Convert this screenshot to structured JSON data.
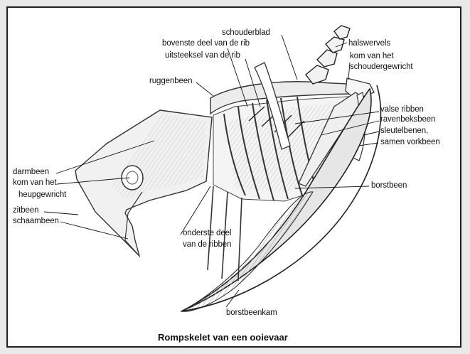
{
  "title": "Rompskelet van een ooievaar",
  "labels": {
    "schouderblad": "schouderblad",
    "bovenste_rib": "bovenste deel van de rib",
    "uitsteeksel_rib": "uitsteeksel van de rib",
    "halswervels": "halswervels",
    "kom_schouder_1": "kom van het",
    "kom_schouder_2": "schoudergewricht",
    "ruggenbeen": "ruggenbeen",
    "valse_ribben": "valse ribben",
    "ravenbeksbeen": "ravenbeksbeen",
    "sleutelbenen_1": "sleutelbenen,",
    "sleutelbenen_2": "samen vorkbeen",
    "darmbeen": "darmbeen",
    "kom_heup_1": "kom van het",
    "kom_heup_2": "heupgewricht",
    "zitbeen": "zitbeen",
    "schaambeen": "schaambeen",
    "onderste_rib_1": "onderste deel",
    "onderste_rib_2": "van de ribben",
    "borstbeen": "borstbeen",
    "borstbeenkam": "borstbeenkam"
  }
}
